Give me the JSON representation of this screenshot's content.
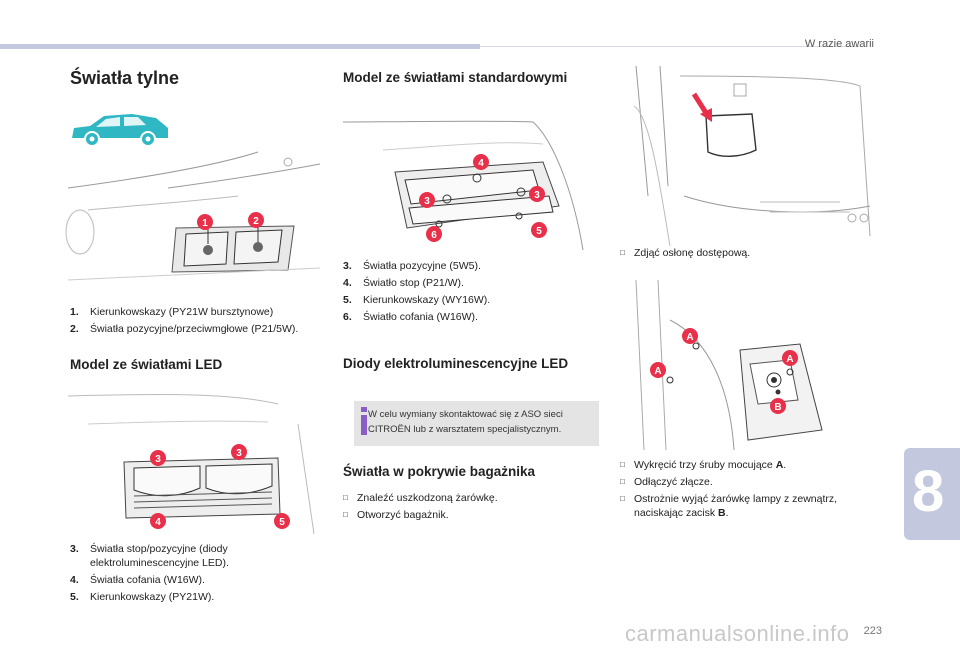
{
  "header": {
    "section": "W razie awarii"
  },
  "chapter": {
    "number": "8"
  },
  "page": {
    "number": "223"
  },
  "watermark": "carmanualsonline.info",
  "col1": {
    "title": "Światła tylne",
    "items": [
      {
        "num": "1.",
        "text": "Kierunkowskazy (PY21W bursztynowe)"
      },
      {
        "num": "2.",
        "text": "Światła pozycyjne/przeciwmgłowe (P21/5W)."
      }
    ],
    "fig1_badges": [
      "1",
      "2"
    ],
    "led_title": "Model ze światłami LED",
    "led_badges": [
      "3",
      "3",
      "4",
      "5"
    ],
    "led_items": [
      {
        "num": "3.",
        "text": "Światła stop/pozycyjne (diody elektroluminescencyjne LED)."
      },
      {
        "num": "4.",
        "text": "Światła cofania (W16W)."
      },
      {
        "num": "5.",
        "text": "Kierunkowskazy (PY21W)."
      }
    ]
  },
  "col2": {
    "title": "Model ze światłami standardowymi",
    "badges": [
      "4",
      "3",
      "3",
      "5",
      "6"
    ],
    "items": [
      {
        "num": "3.",
        "text": "Światła pozycyjne (5W5)."
      },
      {
        "num": "4.",
        "text": "Światło stop (P21/W)."
      },
      {
        "num": "5.",
        "text": "Kierunkowskazy (WY16W)."
      },
      {
        "num": "6.",
        "text": "Światło cofania (W16W)."
      }
    ],
    "diody_title": "Diody elektroluminescencyjne LED",
    "info": "W celu wymiany skontaktować się z ASO sieci CITROËN lub z warsztatem specjalistycznym.",
    "trunk_title": "Światła w pokrywie bagażnika",
    "trunk_steps": [
      "Znaleźć uszkodzoną żarówkę.",
      "Otworzyć bagażnik."
    ]
  },
  "col3": {
    "step1": "Zdjąć osłonę dostępową.",
    "badges": [
      "A",
      "A",
      "A",
      "B"
    ],
    "steps": [
      {
        "text": "Wykręcić trzy śruby mocujące ",
        "bold": "A",
        "end": "."
      },
      {
        "text": "Odłączyć złącze.",
        "bold": "",
        "end": ""
      },
      {
        "text": "Ostrożnie wyjąć żarówkę lampy z zewnątrz, naciskając zacisk ",
        "bold": "B",
        "end": "."
      }
    ]
  },
  "colors": {
    "accent": "#e8304a",
    "car": "#2fb8c4",
    "chapter": "#c3c8df",
    "info_icon": "#8a5ec7",
    "arrow": "#e8304a"
  },
  "icons": {
    "bullet": "square-bullet-icon",
    "info": "info-icon",
    "car": "car-icon"
  }
}
